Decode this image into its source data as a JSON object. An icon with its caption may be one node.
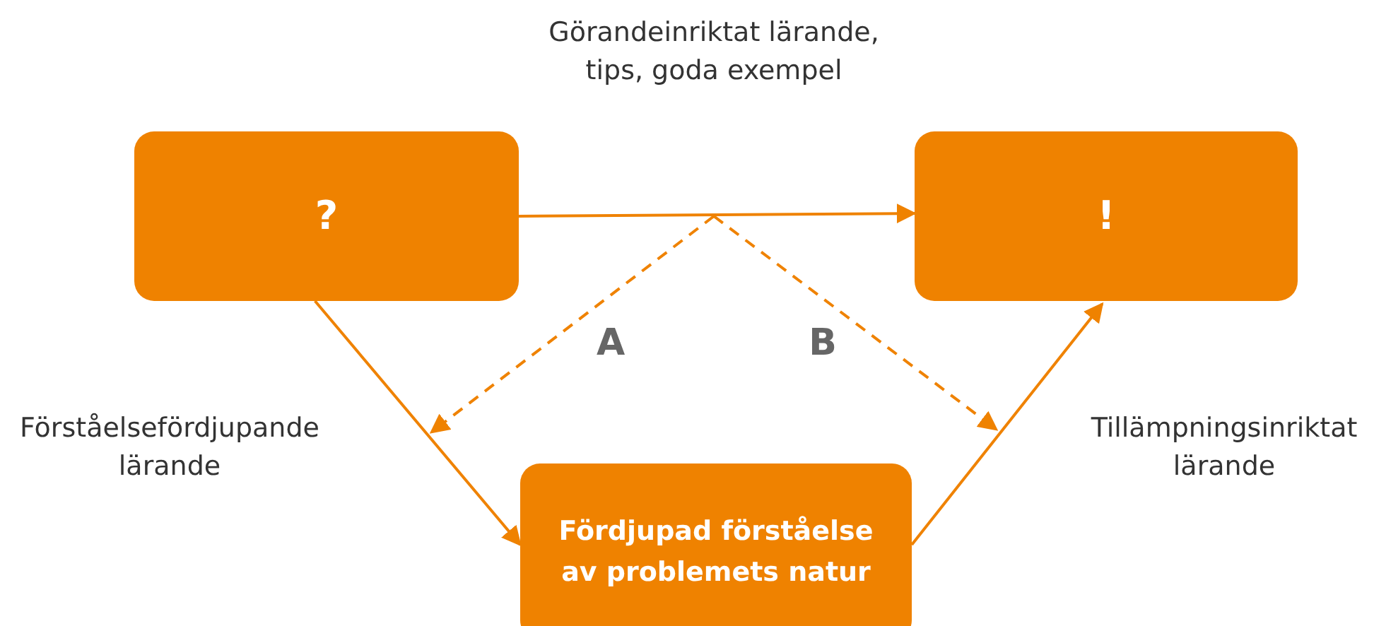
{
  "diagram": {
    "nodes": [
      {
        "text": [
          "?"
        ]
      },
      {
        "text": [
          "!"
        ]
      },
      {
        "text": [
          "Fördjupad förståelse av problemets natur"
        ]
      }
    ],
    "edges": [
      {
        "from": 0,
        "to": 1,
        "arrow": "to",
        "label": "Görandeinriktat lärande, tips, goda exempel"
      },
      {
        "from": 0,
        "to": 2,
        "arrow": "to",
        "label": "Förståelsefördjupande lärande"
      },
      {
        "from": 2,
        "to": 1,
        "arrow": "to",
        "label": "Tillämpningsinriktat lärande"
      }
    ],
    "labels": [
      "A",
      "B"
    ]
  }
}
